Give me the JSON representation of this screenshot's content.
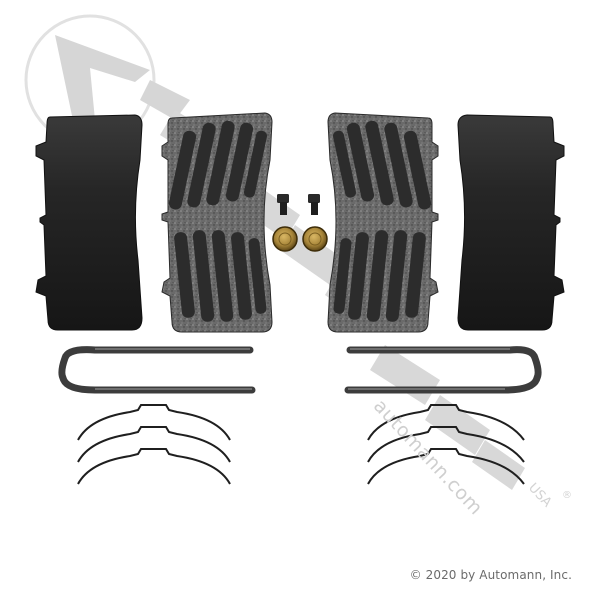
{
  "image": {
    "subject": "Air disc brake pad kit with hardware",
    "background": "#ffffff"
  },
  "watermark": {
    "brand": "AUTOMANN",
    "suffix": "USA",
    "registered_mark": "®",
    "url": "automann.com",
    "color": "#d0d0d0"
  },
  "parts": {
    "backing_plates": [
      {
        "position": "far-left",
        "color": "#1f1f1f"
      },
      {
        "position": "far-right",
        "color": "#1f1f1f"
      }
    ],
    "friction_pads": [
      {
        "position": "center-left",
        "color": "#5a5a5a",
        "groove_color": "#2b2b2b"
      },
      {
        "position": "center-right",
        "color": "#5a5a5a",
        "groove_color": "#2b2b2b"
      }
    ],
    "bolts": [
      {
        "position": "left"
      },
      {
        "position": "right"
      }
    ],
    "bushings": [
      {
        "position": "left",
        "color": "#a8863a"
      },
      {
        "position": "right",
        "color": "#a8863a"
      }
    ],
    "retaining_pins": [
      {
        "position": "left"
      },
      {
        "position": "right"
      }
    ],
    "spring_clips": {
      "left_count": 3,
      "right_count": 3
    }
  },
  "footer": {
    "copyright": "© 2020 by Automann, Inc."
  }
}
